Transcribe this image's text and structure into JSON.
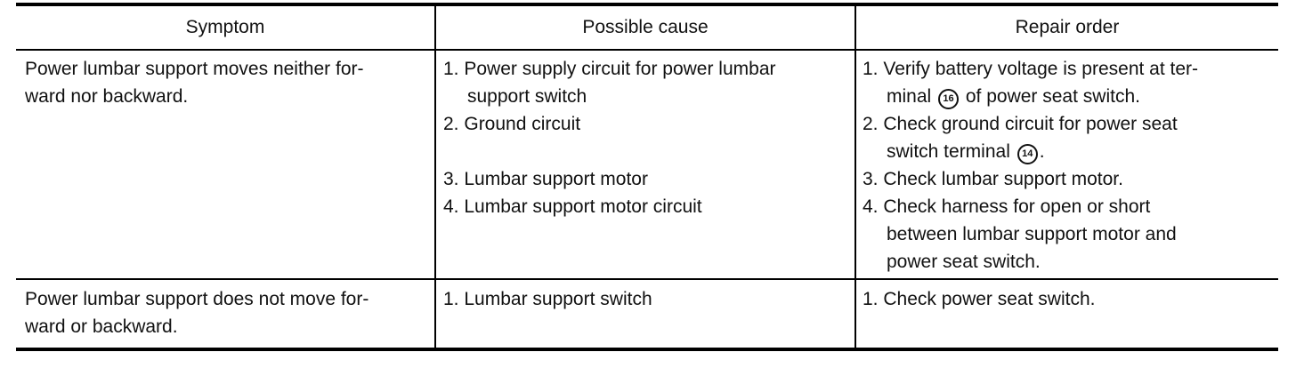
{
  "table": {
    "headers": {
      "symptom": "Symptom",
      "cause": "Possible cause",
      "repair": "Repair order"
    },
    "rows": [
      {
        "symptom": [
          "Power lumbar support moves neither for-",
          "ward nor backward."
        ],
        "causes": [
          {
            "num": "1.",
            "lines": [
              "Power supply circuit for power lumbar",
              "support switch"
            ]
          },
          {
            "num": "2.",
            "lines": [
              "Ground circuit"
            ]
          },
          {
            "num": "3.",
            "lines": [
              "Lumbar support motor"
            ]
          },
          {
            "num": "4.",
            "lines": [
              "Lumbar support motor circuit"
            ]
          }
        ],
        "repairs": [
          {
            "num": "1.",
            "line1": "Verify battery voltage is present at ter-",
            "line2_pre": "minal",
            "terminal": "16",
            "line2_post": "of power seat switch."
          },
          {
            "num": "2.",
            "line1": "Check ground circuit for power seat",
            "line2_pre": "switch terminal",
            "terminal": "14",
            "line2_post": "."
          },
          {
            "num": "3.",
            "line1": "Check lumbar support motor."
          },
          {
            "num": "4.",
            "line1": "Check harness for open or short",
            "line2": "between lumbar support motor and",
            "line3": "power seat switch."
          }
        ]
      },
      {
        "symptom": [
          "Power lumbar support does not move for-",
          "ward or backward."
        ],
        "causes": [
          {
            "num": "1.",
            "lines": [
              "Lumbar support switch"
            ]
          }
        ],
        "repairs": [
          {
            "num": "1.",
            "line1": "Check power seat switch."
          }
        ]
      }
    ]
  }
}
